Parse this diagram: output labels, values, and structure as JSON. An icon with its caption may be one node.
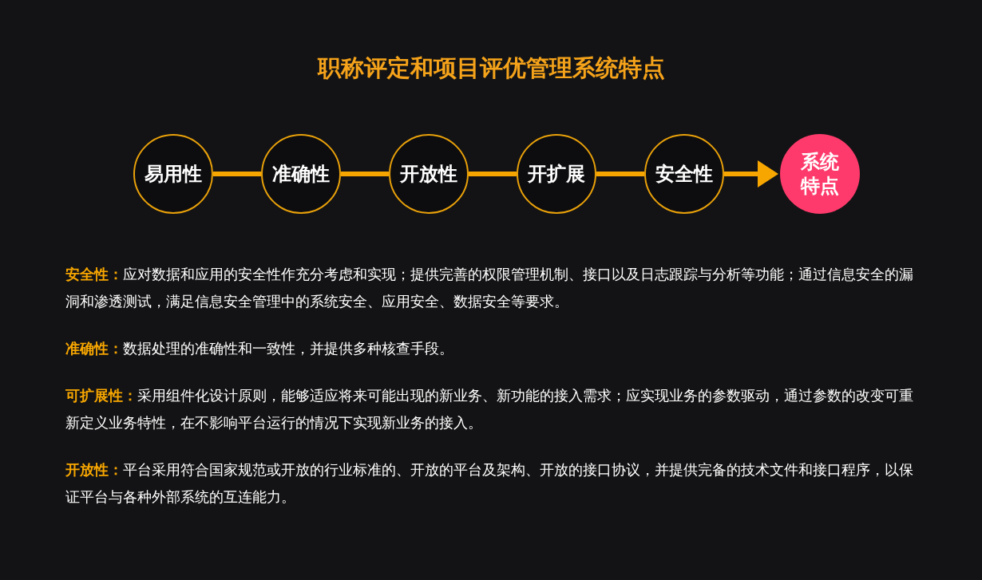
{
  "diagram": {
    "title": "职称评定和项目评优管理系统特点",
    "nodes": [
      {
        "text": [
          "易用性"
        ]
      },
      {
        "text": [
          "准确性"
        ]
      },
      {
        "text": [
          "开放性"
        ]
      },
      {
        "text": [
          "开扩展"
        ]
      },
      {
        "text": [
          "安全性"
        ]
      },
      {
        "text": [
          "系统特点"
        ]
      }
    ],
    "edges": [
      {
        "from": 0,
        "to": 1,
        "arrow": "none"
      },
      {
        "from": 1,
        "to": 2,
        "arrow": "none"
      },
      {
        "from": 2,
        "to": 3,
        "arrow": "none"
      },
      {
        "from": 3,
        "to": 4,
        "arrow": "none"
      },
      {
        "from": 4,
        "to": 5,
        "arrow": "to"
      }
    ],
    "labels": [
      "**安全性：**应对数据和应用的安全性作充分考虑和实现；提供完善的权限管理机制、接口以及日志跟踪与分析等功能；通过信息安全的漏洞和渗透测试，满足信息安全管理中的系统安全、应用安全、数据安全等要求。",
      "**准确性：**数据处理的准确性和一致性，并提供多种核查手段。",
      "**可扩展性：**采用组件化设计原则，能够适应将来可能出现的新业务、新功能的接入需求；应实现业务的参数驱动，通过参数的改变可重新定义业务特性，在不影响平台运行的情况下实现新业务的接入。",
      "**开放性：**平台采用符合国家规范或开放的行业标准的、开放的平台及架构、开放的接口协议，并提供完备的技术文件和接口程序，以保证平台与各种外部系统的互连能力。"
    ]
  }
}
